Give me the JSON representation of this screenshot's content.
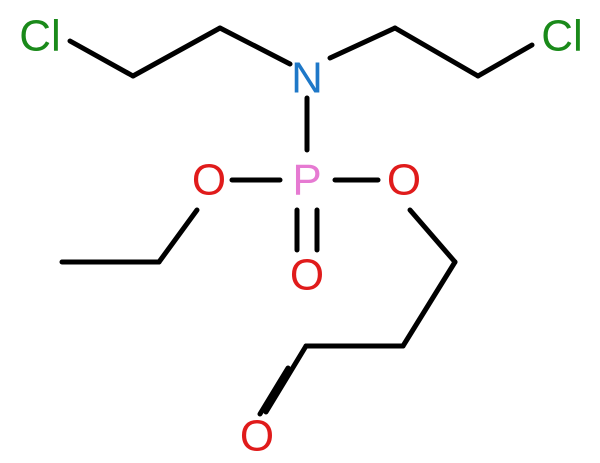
{
  "atoms": {
    "cl_left": {
      "label": "Cl",
      "color": "#1a8a1a"
    },
    "cl_right": {
      "label": "Cl",
      "color": "#1a8a1a"
    },
    "nitrogen": {
      "label": "N",
      "color": "#1e78c8"
    },
    "phosphorus": {
      "label": "P",
      "color": "#e67ad2"
    },
    "oxygen_left": {
      "label": "O",
      "color": "#e01b1b"
    },
    "oxygen_right": {
      "label": "O",
      "color": "#e01b1b"
    },
    "oxygen_double": {
      "label": "O",
      "color": "#e01b1b"
    },
    "oxygen_aldehyde": {
      "label": "O",
      "color": "#e01b1b"
    }
  },
  "bond_color": "#000000"
}
